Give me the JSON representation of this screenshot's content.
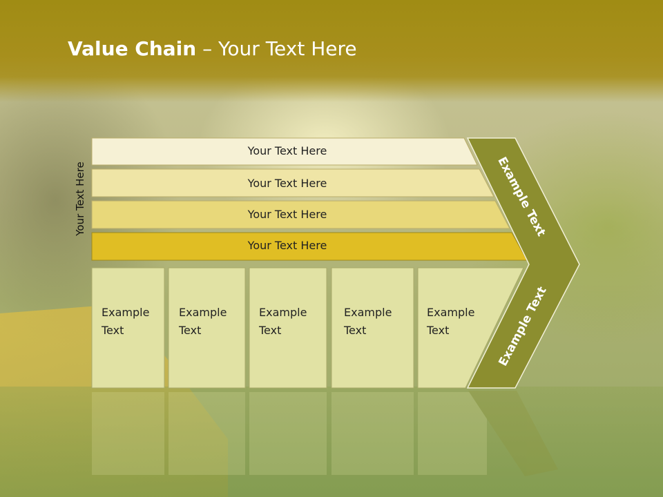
{
  "title": {
    "bold": "Value Chain",
    "rest": " – Your Text Here"
  },
  "side_label": "Your Text Here",
  "bars": [
    "Your Text Here",
    "Your Text Here",
    "Your Text Here",
    "Your Text Here"
  ],
  "cells": [
    [
      "Example",
      "Text"
    ],
    [
      "Example",
      "Text"
    ],
    [
      "Example",
      "Text"
    ],
    [
      "Example",
      "Text"
    ],
    [
      "Example",
      "Text"
    ]
  ],
  "chevron": {
    "upper": "Example Text",
    "lower": "Example Text"
  },
  "colors": {
    "header": "#a78f1c",
    "bar1": "#f6f1d5",
    "bar2": "#efe5a6",
    "bar3": "#e8d87a",
    "bar4": "#e0be24",
    "cell": "#e1e2a4",
    "chevron": "#8c8e2f"
  }
}
